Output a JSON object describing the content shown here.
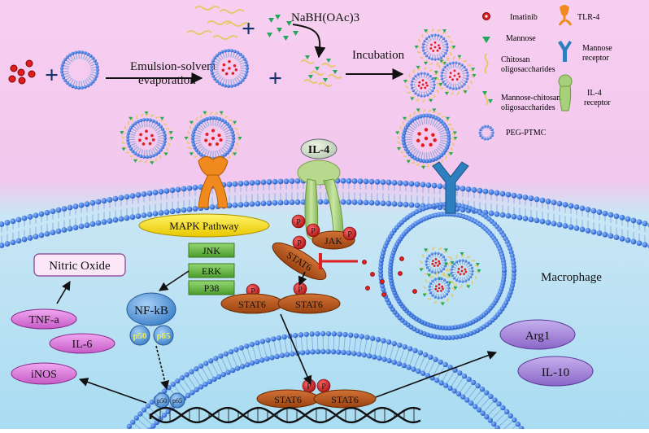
{
  "reagents": {
    "sodium_triacetoxyborohydride": "NaBH(OAc)3",
    "step1_label_line1": "Emulsion-solvent",
    "step1_label_line2": "evaporation",
    "step2_label": "Incubation",
    "plus": "+"
  },
  "legend": {
    "items": [
      {
        "label": "Imatinib",
        "icon": "imatinib-dot"
      },
      {
        "label": "Mannose",
        "icon": "mannose-triangle"
      },
      {
        "label_line1": "Chitosan",
        "label_line2": "oligosaccharides",
        "icon": "chitosan-squiggle"
      },
      {
        "label_line1": "Mannose-chitosan",
        "label_line2": "oligosaccharides",
        "icon": "mannose-chitosan-squiggle"
      },
      {
        "label": "PEG-PTMC",
        "icon": "peg-ptmc-micelle"
      },
      {
        "label": "TLR-4",
        "icon": "tlr4-receptor"
      },
      {
        "label_line1": "Mannose",
        "label_line2": "receptor",
        "icon": "mannose-receptor"
      },
      {
        "label_line1": "IL-4",
        "label_line2": "receptor",
        "icon": "il4-receptor"
      }
    ]
  },
  "cell": {
    "il4": "IL-4",
    "mapk": "MAPK Pathway",
    "jnk": "JNK",
    "erk": "ERK",
    "p38": "P38",
    "nfkb": "NF-kB",
    "p50": "p50",
    "p65": "p65",
    "jak": "JAK",
    "stat6": "STAT6",
    "p": "P",
    "nitric_oxide": "Nitric Oxide",
    "tnfa": "TNF-a",
    "il6": "IL-6",
    "inos": "iNOS",
    "arg1": "Arg1",
    "il10": "IL-10",
    "macrophage": "Macrophage"
  },
  "colors": {
    "bg_top": "#f4c8ee",
    "bg_bottom": "#b8e4f4",
    "membrane": "#3a6fcf",
    "tlr4": "#f08a1e",
    "mannose_receptor": "#2d7fc0",
    "il4_receptor": "#a8d07a",
    "stat6": "#b8561e",
    "phospho": "#d01818",
    "mapk": "#f7e21a",
    "kinase_box": "#6fbf4a",
    "nfkb": "#5a9ad6",
    "cytokine": "#d87ad8",
    "arg1": "#a98ad8",
    "inhibition": "#e02020"
  }
}
